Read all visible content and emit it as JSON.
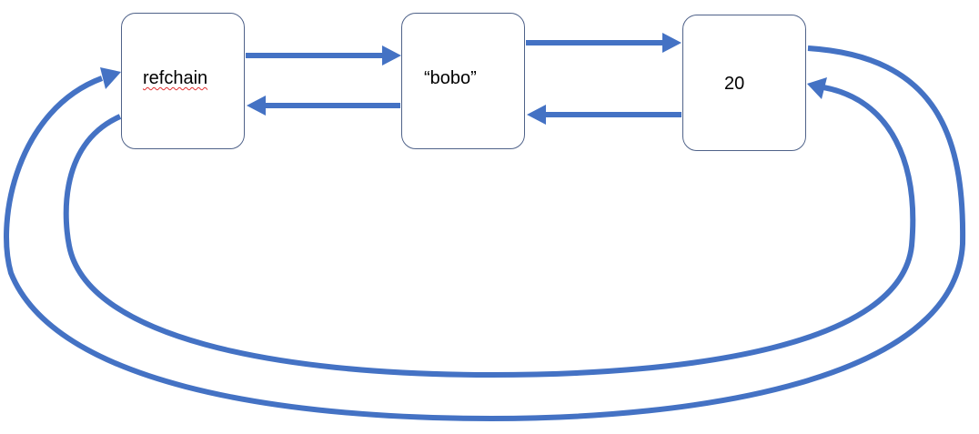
{
  "nodes": [
    {
      "id": "refchain",
      "label": "refchain"
    },
    {
      "id": "bobo",
      "label": "“bobo”"
    },
    {
      "id": "twenty",
      "label": "20"
    }
  ],
  "edges": [
    {
      "from": "refchain",
      "to": "bobo"
    },
    {
      "from": "bobo",
      "to": "refchain"
    },
    {
      "from": "bobo",
      "to": "twenty"
    },
    {
      "from": "twenty",
      "to": "bobo"
    },
    {
      "from": "twenty",
      "to": "refchain"
    },
    {
      "from": "refchain",
      "to": "twenty"
    }
  ],
  "colors": {
    "arrow": "#4472c4",
    "node_border": "#4f6289",
    "spellcheck": "#e03030"
  }
}
